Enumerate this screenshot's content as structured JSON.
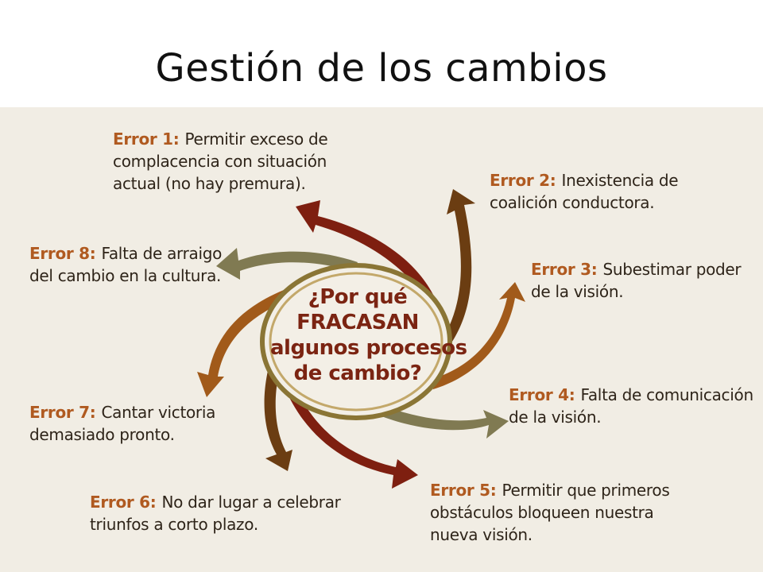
{
  "title": "Gestión de los cambios",
  "center": {
    "lines": [
      "¿Por qué",
      "FRACASAN",
      "algunos procesos",
      "de cambio?"
    ]
  },
  "colors": {
    "panel_bg": "#f1ede4",
    "label": "#b05a20",
    "text": "#2e2419",
    "center_text": "#7b2412",
    "dark_red": "#7e1f10",
    "brown": "#6b3d12",
    "orange_brown": "#a15a1a",
    "olive": "#807a52",
    "ring_outer": "#8a7535",
    "ring_inner": "#c3a86a"
  },
  "errors": [
    {
      "label": "Error 1:",
      "lines": [
        "Permitir exceso de",
        "complacencia con situación",
        "actual (no hay premura)."
      ]
    },
    {
      "label": "Error 2:",
      "lines": [
        "Inexistencia de",
        "coalición conductora."
      ]
    },
    {
      "label": "Error 3:",
      "lines": [
        "Subestimar poder",
        "de la visión."
      ]
    },
    {
      "label": "Error 4:",
      "lines": [
        "Falta de comunicación",
        "de la visión."
      ]
    },
    {
      "label": "Error 5:",
      "lines": [
        "Permitir que primeros",
        "obstáculos bloqueen nuestra",
        "nueva visión."
      ]
    },
    {
      "label": "Error 6:",
      "lines": [
        "No dar lugar a celebrar",
        "triunfos a corto plazo."
      ]
    },
    {
      "label": "Error 7:",
      "lines": [
        "Cantar victoria",
        "demasiado pronto."
      ]
    },
    {
      "label": "Error 8:",
      "lines": [
        "Falta de arraigo",
        "del cambio en la cultura."
      ]
    }
  ]
}
